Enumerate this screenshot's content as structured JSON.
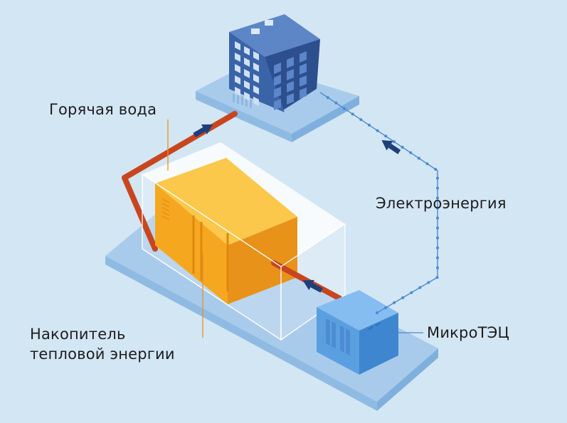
{
  "labels": {
    "hot_water": "Горячая вода",
    "electricity": "Электроэнергия",
    "micro_chp": "МикроТЭЦ",
    "storage_line1": "Накопитель",
    "storage_line2": "тепловой энергии"
  },
  "colors": {
    "background": "#d3e6f3",
    "platform_top": "#a9cbeb",
    "platform_side": "#7fb0dd",
    "building_face": "#3a64a8",
    "building_side": "#2d4f8e",
    "building_roof": "#5d86c6",
    "storage_front": "#f5a81f",
    "storage_side": "#e8921a",
    "storage_top": "#fbc84c",
    "chp_front": "#5a9fe0",
    "chp_side": "#3f86d0",
    "chp_top": "#86bdf0",
    "pipe": "#c8461f",
    "arrow": "#1f3f7a",
    "electric_line": "#4a8ad0",
    "leader_line": "#e8921a"
  }
}
